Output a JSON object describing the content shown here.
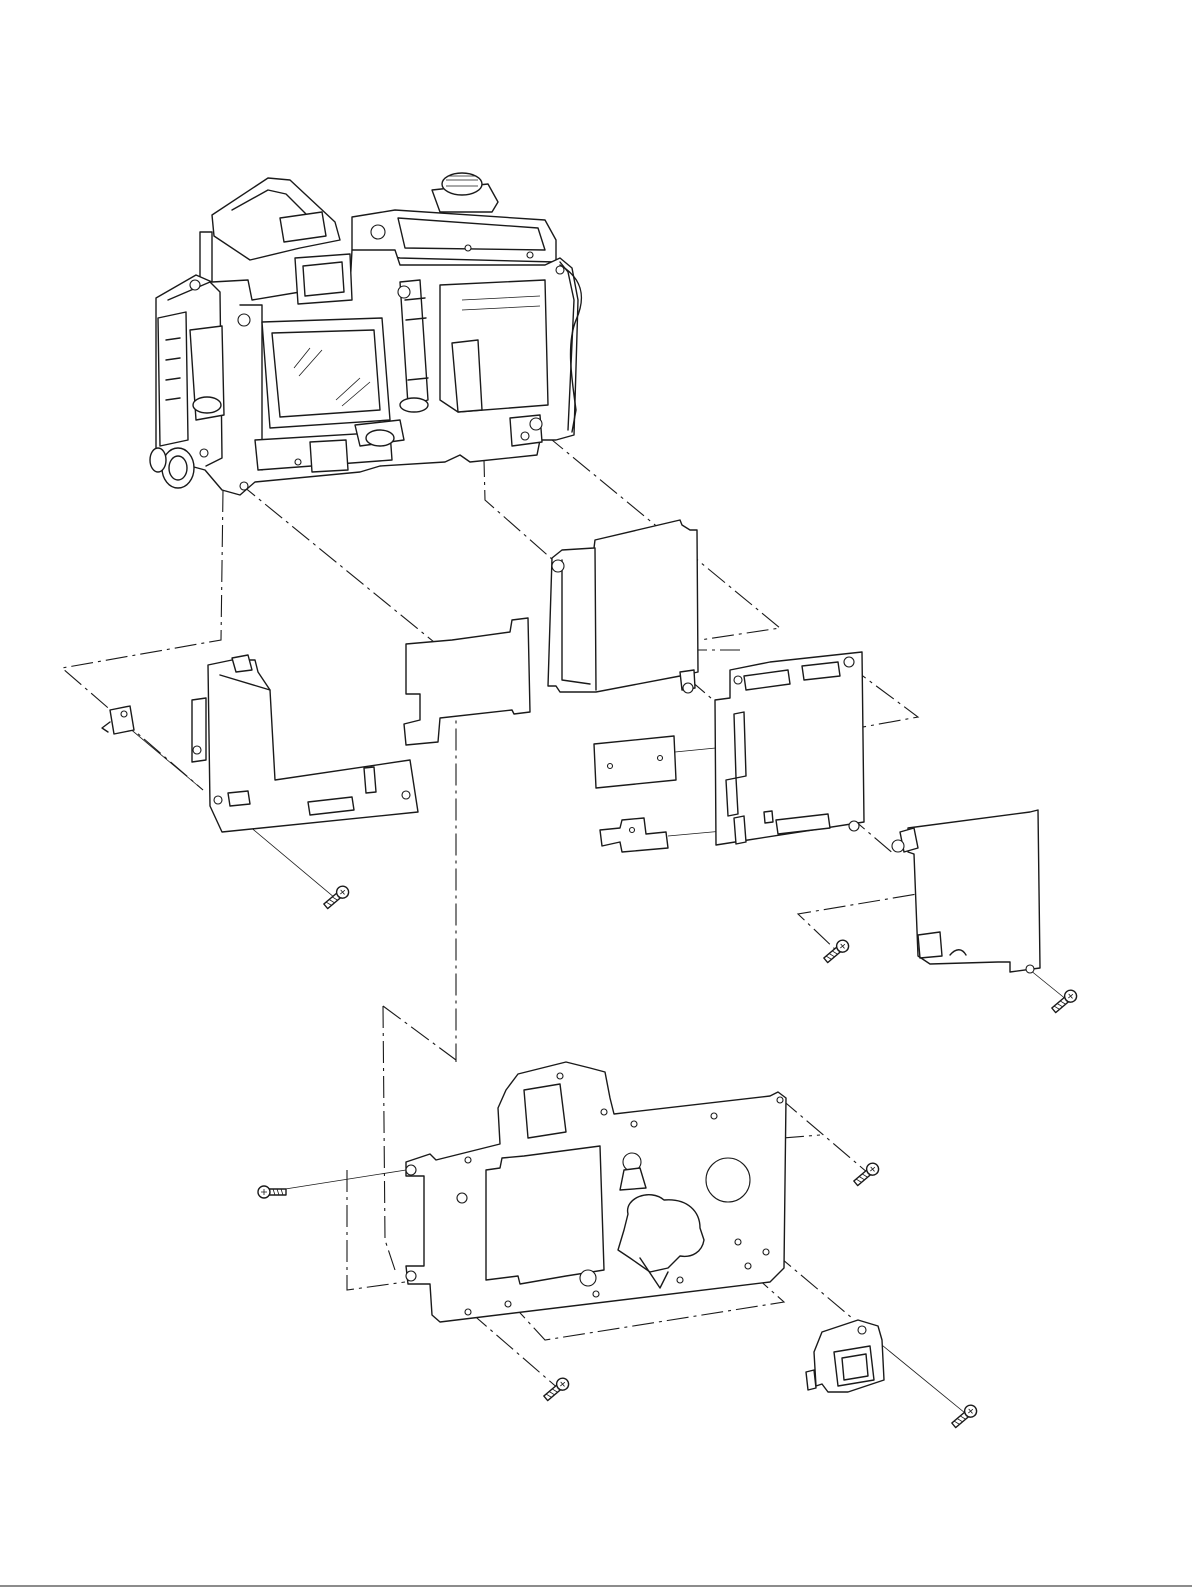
{
  "figure": {
    "kind": "exploded-assembly-diagram",
    "colors": {
      "ink": "#1a1a1a",
      "background": "#ffffff"
    }
  },
  "parts": [
    {
      "id": "camera-body",
      "icon": "camera-body-icon"
    },
    {
      "id": "side-bracket-small",
      "icon": "bracket-icon"
    },
    {
      "id": "left-circuit-board",
      "icon": "pcb-icon"
    },
    {
      "id": "flex-cable-sheet",
      "icon": "flex-cable-icon"
    },
    {
      "id": "upper-shield-plate",
      "icon": "shield-plate-icon"
    },
    {
      "id": "right-main-board",
      "icon": "pcb-icon"
    },
    {
      "id": "insulating-sheet-rect",
      "icon": "sheet-icon"
    },
    {
      "id": "insulating-sheet-tab",
      "icon": "sheet-icon"
    },
    {
      "id": "right-cover-plate",
      "icon": "cover-plate-icon"
    },
    {
      "id": "rear-chassis-plate",
      "icon": "chassis-plate-icon"
    },
    {
      "id": "eyepiece-bracket",
      "icon": "eyepiece-bracket-icon"
    },
    {
      "id": "screw",
      "icon": "screw-icon",
      "count": 7
    }
  ]
}
